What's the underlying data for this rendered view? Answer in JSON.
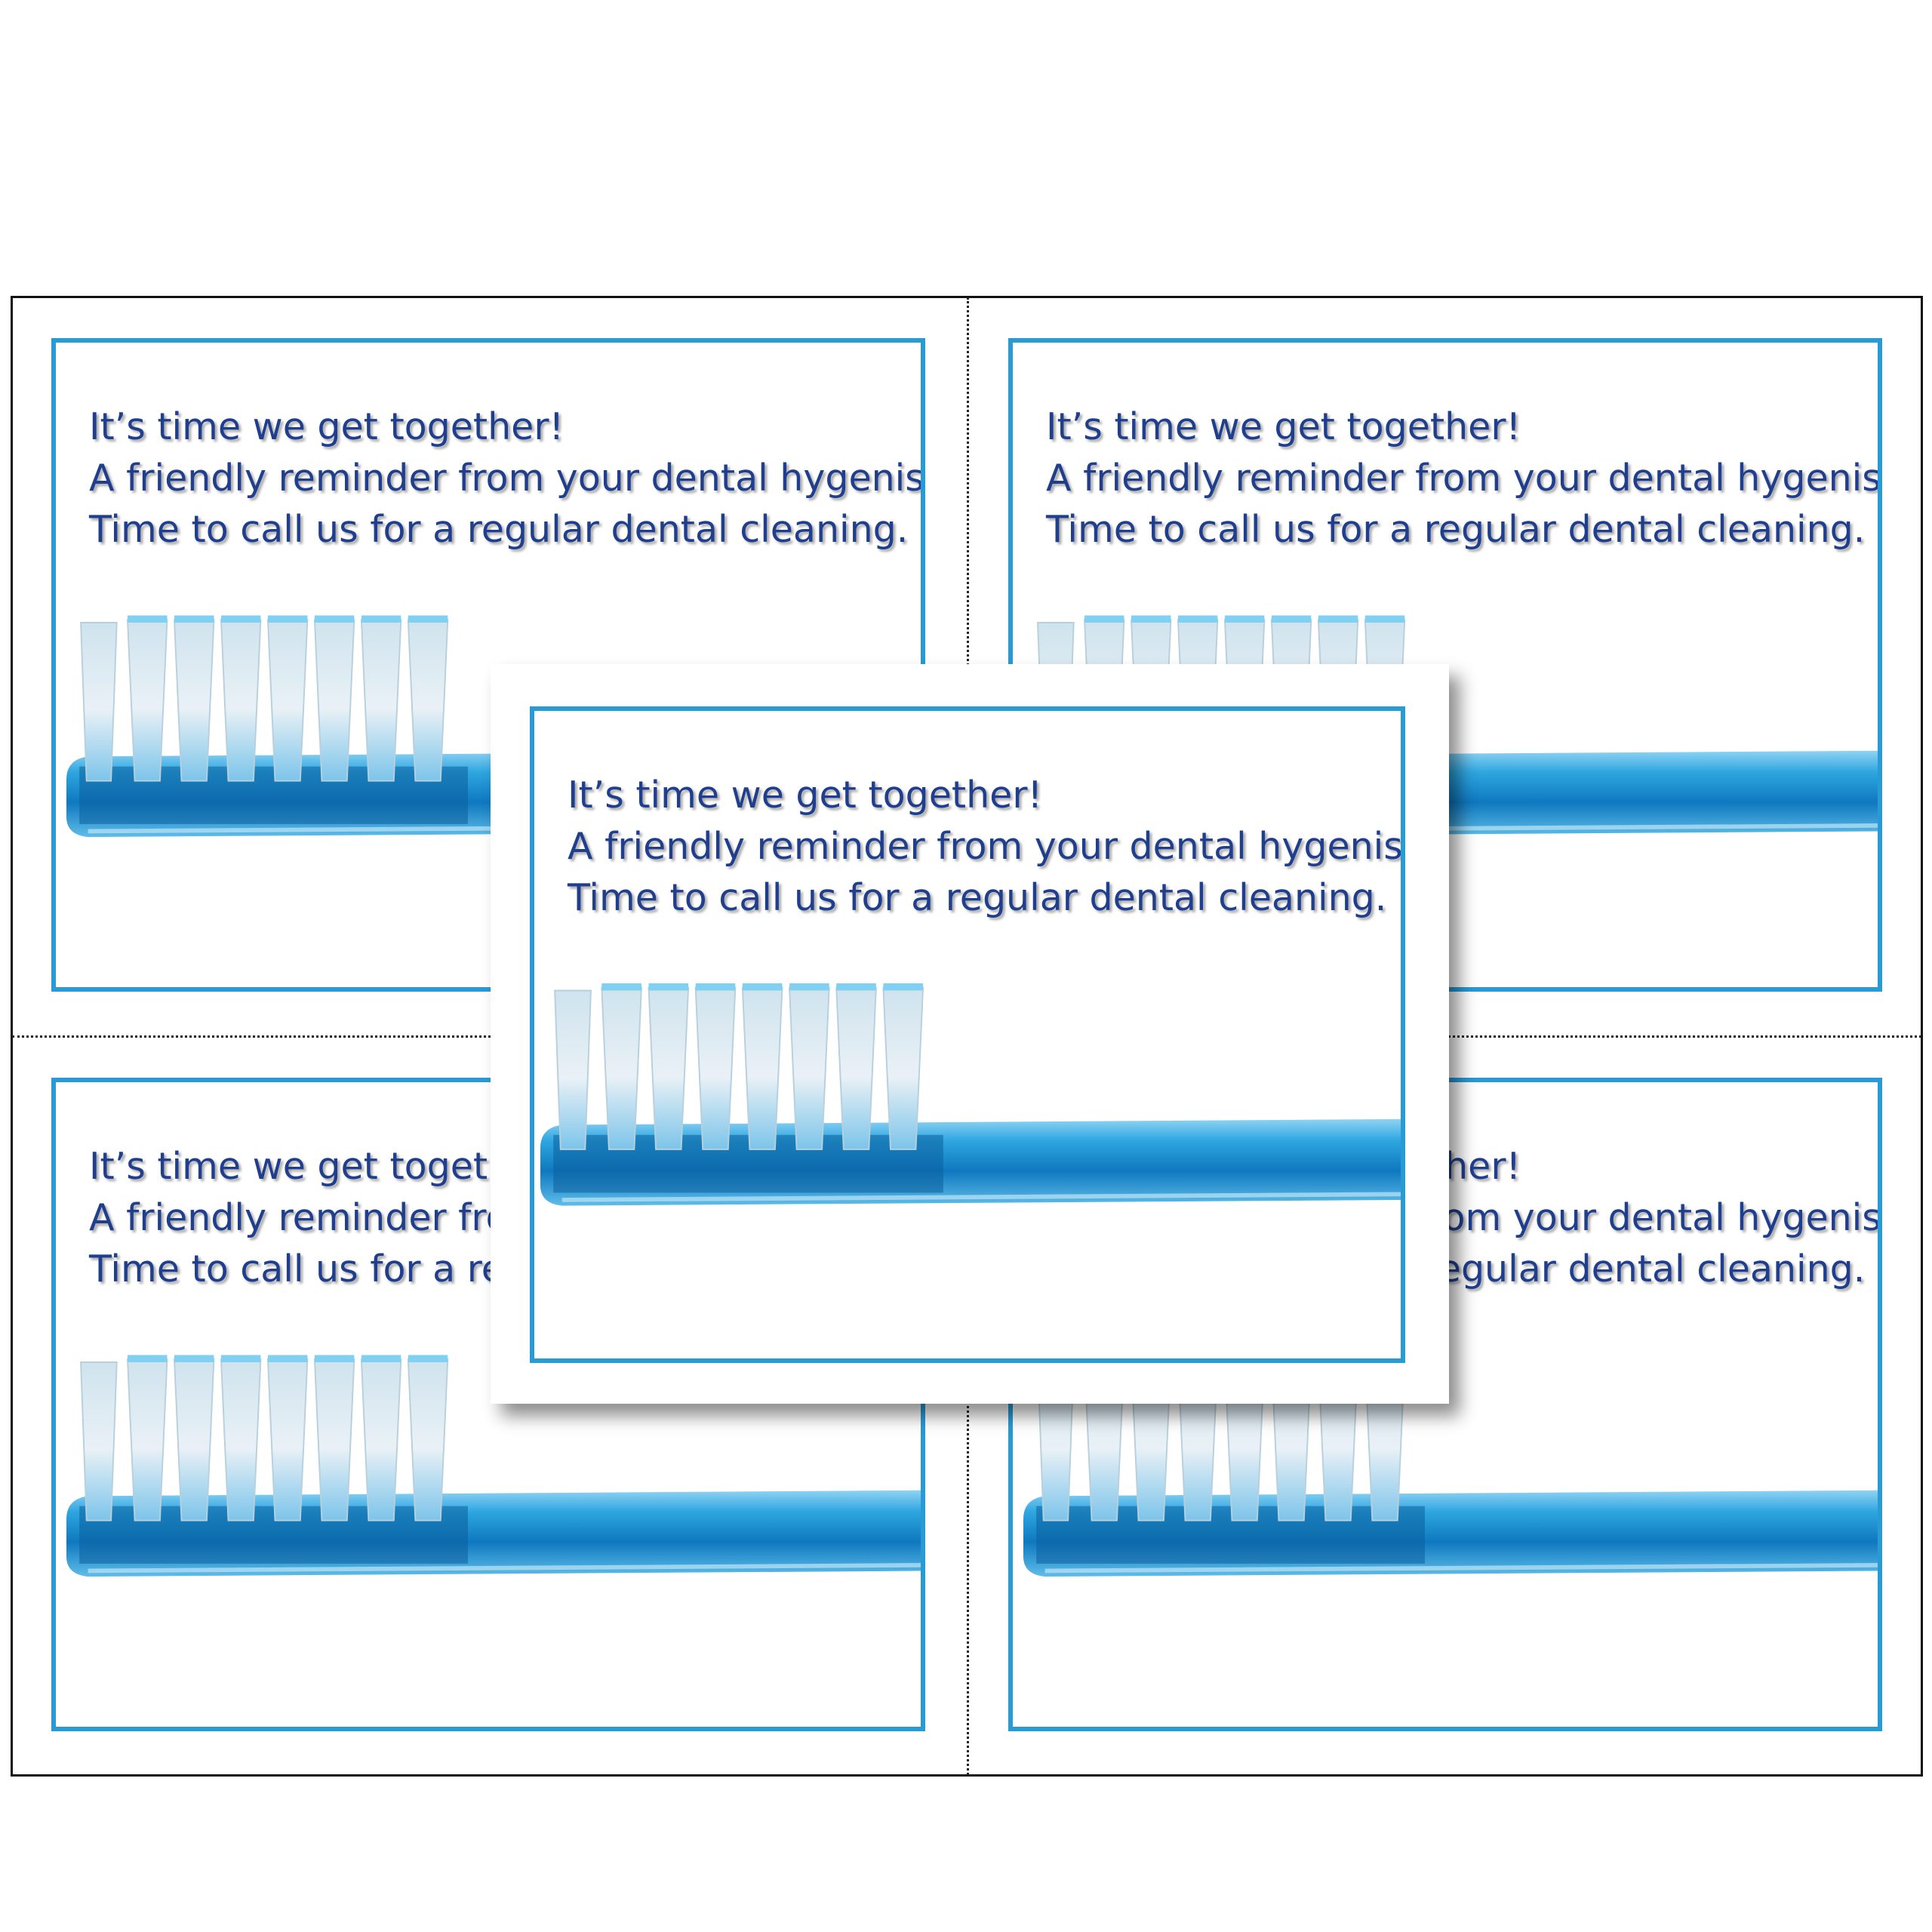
{
  "card": {
    "line1": "It’s time we get together!",
    "line2": "A friendly reminder from your dental hygenist.",
    "line3": "Time to call us for a regular dental cleaning."
  },
  "illustration": "toothbrush-image",
  "colors": {
    "frame_border": "#2a9ad4",
    "text": "#1f3e8e",
    "handle": "#1f8fd0",
    "bristles": "#e2ecf2"
  }
}
